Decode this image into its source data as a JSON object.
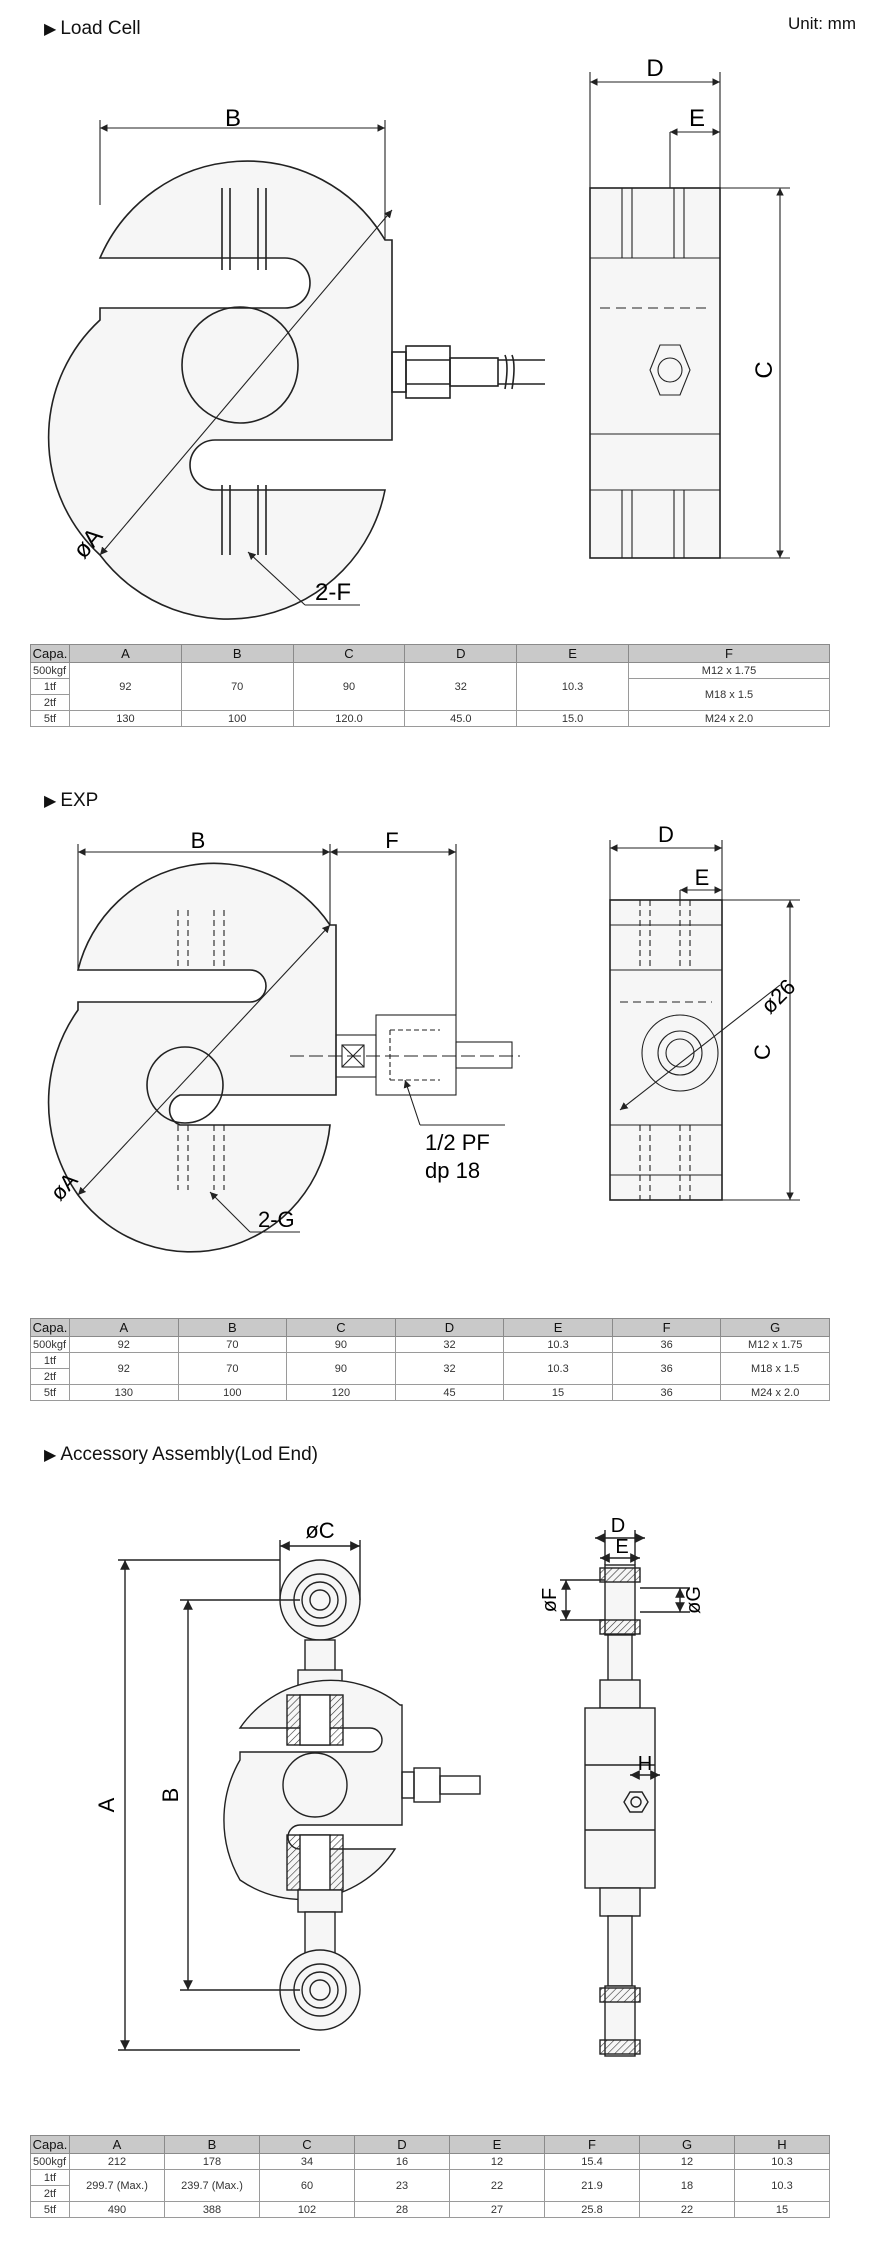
{
  "unit_label": "Unit: mm",
  "sections": {
    "load_cell": {
      "title": "Load Cell",
      "dim_labels": {
        "B": "B",
        "D": "D",
        "E": "E",
        "C": "C",
        "A": "øA",
        "F": "2-F"
      },
      "table": {
        "headers": [
          "Capa.",
          "A",
          "B",
          "C",
          "D",
          "E",
          "F"
        ],
        "caps": [
          "500kgf",
          "1tf",
          "2tf",
          "5tf"
        ],
        "group_a": {
          "A": "92",
          "B": "70",
          "C": "90",
          "D": "32",
          "E": "10.3",
          "F1": "M12 x 1.75",
          "F2": "M18 x 1.5"
        },
        "row_5tf": {
          "A": "130",
          "B": "100",
          "C": "120.0",
          "D": "45.0",
          "E": "15.0",
          "F": "M24 x 2.0"
        }
      }
    },
    "exp": {
      "title": "EXP",
      "dim_labels": {
        "B": "B",
        "F": "F",
        "D": "D",
        "E": "E",
        "C": "C",
        "A": "øA",
        "G": "2-G",
        "dia26": "ø26",
        "pf": "1/2 PF",
        "dp": "dp 18"
      },
      "table": {
        "headers": [
          "Capa.",
          "A",
          "B",
          "C",
          "D",
          "E",
          "F",
          "G"
        ],
        "caps": [
          "500kgf",
          "1tf",
          "2tf",
          "5tf"
        ],
        "row_500": {
          "A": "92",
          "B": "70",
          "C": "90",
          "D": "32",
          "E": "10.3",
          "F": "36",
          "G": "M12 x 1.75"
        },
        "row_12": {
          "A": "92",
          "B": "70",
          "C": "90",
          "D": "32",
          "E": "10.3",
          "F": "36",
          "G": "M18 x 1.5"
        },
        "row_5tf": {
          "A": "130",
          "B": "100",
          "C": "120",
          "D": "45",
          "E": "15",
          "F": "36",
          "G": "M24 x 2.0"
        }
      }
    },
    "accessory": {
      "title": "Accessory Assembly(Lod End)",
      "dim_labels": {
        "A": "A",
        "B": "B",
        "C": "øC",
        "D": "D",
        "E": "E",
        "F": "øF",
        "G": "øG",
        "H": "H"
      },
      "table": {
        "headers": [
          "Capa.",
          "A",
          "B",
          "C",
          "D",
          "E",
          "F",
          "G",
          "H"
        ],
        "caps": [
          "500kgf",
          "1tf",
          "2tf",
          "5tf"
        ],
        "row_500": {
          "A": "212",
          "B": "178",
          "C": "34",
          "D": "16",
          "E": "12",
          "F": "15.4",
          "G": "12",
          "H": "10.3"
        },
        "row_12": {
          "A": "299.7 (Max.)",
          "B": "239.7 (Max.)",
          "C": "60",
          "D": "23",
          "E": "22",
          "F": "21.9",
          "G": "18",
          "H": "10.3"
        },
        "row_5tf": {
          "A": "490",
          "B": "388",
          "C": "102",
          "D": "28",
          "E": "27",
          "F": "25.8",
          "G": "22",
          "H": "15"
        }
      }
    }
  }
}
